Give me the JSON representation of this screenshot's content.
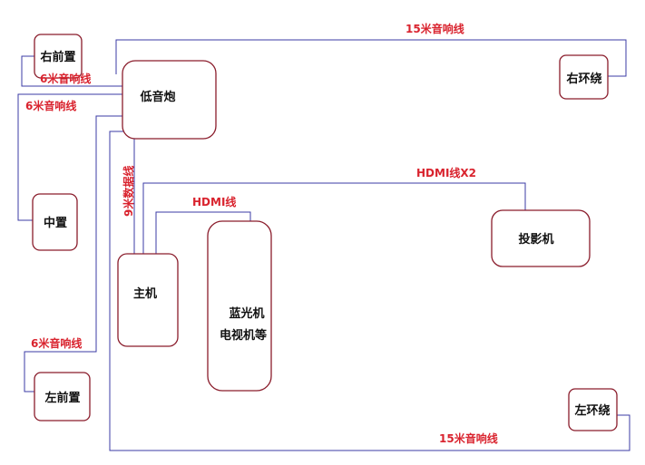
{
  "colors": {
    "box_border": "#8a1c2b",
    "wire": "#3b3ba6",
    "label_red": "#d9232e",
    "text": "#111111"
  },
  "devices": {
    "right_front": "右前置",
    "subwoofer": "低音炮",
    "right_surround": "右环绕",
    "center": "中置",
    "projector": "投影机",
    "host": "主机",
    "bluray_line1": "蓝光机",
    "bluray_line2": "电视机等",
    "left_front": "左前置",
    "left_surround": "左环绕"
  },
  "cables": {
    "right_surround_cable": "15米音响线",
    "right_front_cable": "6米音响线",
    "center_cable": "6米音响线",
    "data_cable": "9米数据线",
    "hdmi_projector": "HDMI线X2",
    "hdmi_player": "HDMI线",
    "left_front_cable": "6米音响线",
    "left_surround_cable": "15米音响线"
  }
}
